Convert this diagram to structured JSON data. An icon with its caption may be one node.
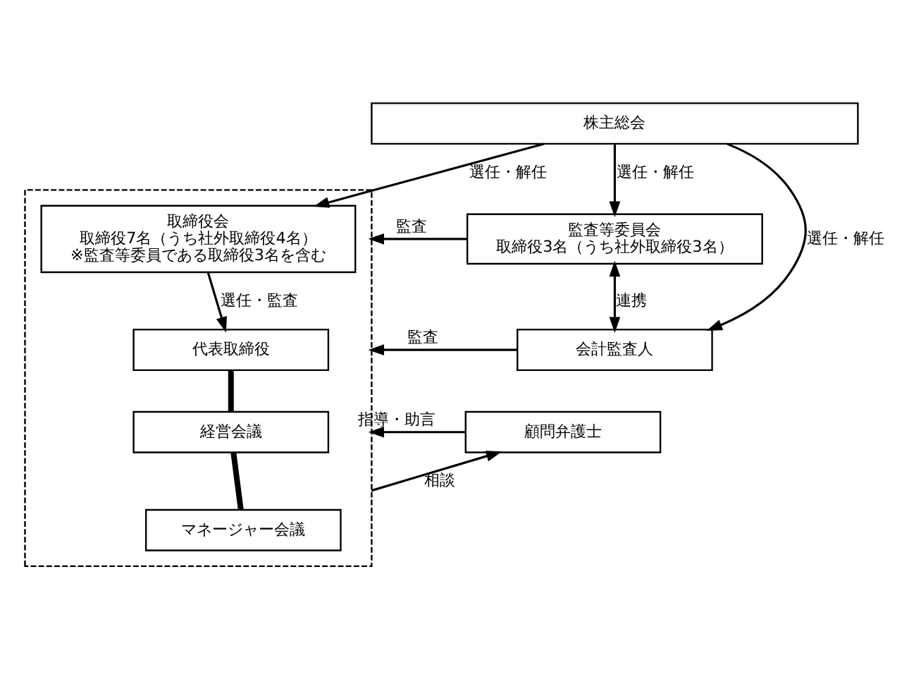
{
  "diagram": {
    "nodes": [
      {
        "text": [
          "株主総会"
        ]
      },
      {
        "text": [],
        "shape": "box"
      },
      {
        "text": [
          "取締役会",
          "取締役7名（うち社外取締役4名）",
          "※監査等委員である取締役3名を含む"
        ],
        "in": 1
      },
      {
        "text": [
          "代表取締役"
        ],
        "in": 1
      },
      {
        "text": [
          "経営会議"
        ],
        "in": 1
      },
      {
        "text": [
          "マネージャー会議"
        ],
        "in": 1
      },
      {
        "text": [
          "監査等委員会",
          "取締役3名（うち社外取締役3名）"
        ]
      },
      {
        "text": [
          "会計監査人"
        ]
      },
      {
        "text": [
          "顧問弁護士"
        ]
      }
    ],
    "edges": [
      {
        "from": 0,
        "to": 2,
        "arrow": "to",
        "label": "選任・解任"
      },
      {
        "from": 0,
        "to": 6,
        "arrow": "to",
        "label": "選任・解任"
      },
      {
        "from": 0,
        "to": 7,
        "arrow": "to",
        "label": "選任・解任"
      },
      {
        "from": 6,
        "to": 1,
        "arrow": "to",
        "label": "監査"
      },
      {
        "from": 2,
        "to": 3,
        "arrow": "to",
        "label": "選任・監査"
      },
      {
        "from": 6,
        "to": 7,
        "arrow": "both",
        "label": "連携"
      },
      {
        "from": 7,
        "to": 1,
        "arrow": "to",
        "label": "監査"
      },
      {
        "from": 3,
        "to": 4,
        "arrow": "none",
        "style": "thick"
      },
      {
        "from": 4,
        "to": 5,
        "arrow": "none",
        "style": "thick"
      },
      {
        "from": 1,
        "to": 8,
        "arrow": "to",
        "label": "相談"
      },
      {
        "from": 8,
        "to": 1,
        "arrow": "to",
        "label": "指導・助言"
      }
    ]
  }
}
